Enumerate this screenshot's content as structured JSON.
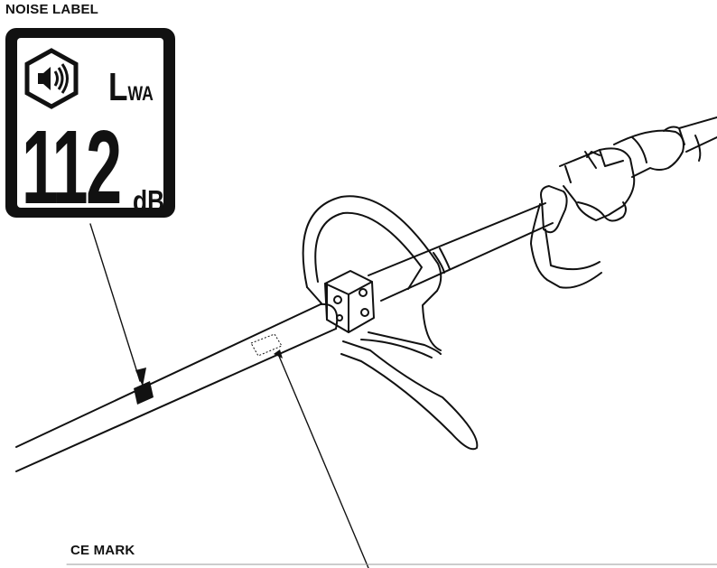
{
  "captions": {
    "noise_label": "NOISE LABEL",
    "ce_mark": "CE MARK"
  },
  "noise_label": {
    "symbol": "L",
    "symbol_subscript": "WA",
    "value": "112",
    "unit": "dB",
    "icon": "speaker-sound-icon"
  },
  "colors": {
    "ink": "#111111",
    "background": "#ffffff"
  }
}
